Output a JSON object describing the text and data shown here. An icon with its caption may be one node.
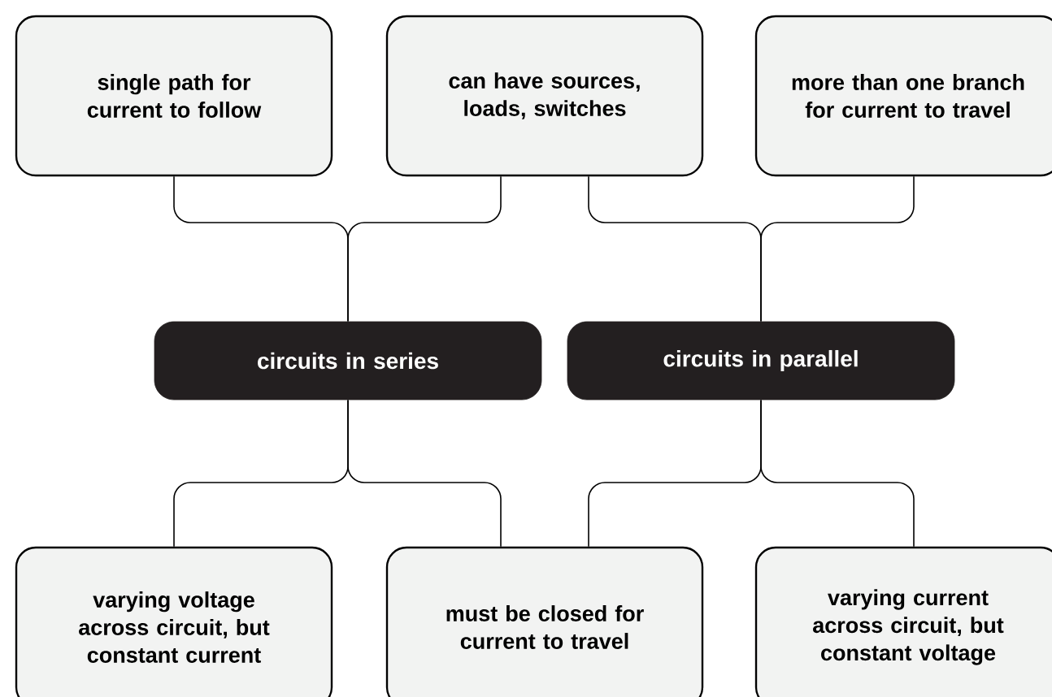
{
  "diagram": {
    "nodes": [
      {
        "text": [
          "single path for current to follow"
        ]
      },
      {
        "text": [
          "can have sources, loads, switches"
        ]
      },
      {
        "text": [
          "more than one branch for current to travel"
        ]
      },
      {
        "text": [
          "circuits in series"
        ]
      },
      {
        "text": [
          "circuits in parallel"
        ]
      },
      {
        "text": [
          "varying voltage across circuit, but constant current"
        ]
      },
      {
        "text": [
          "must be closed for current to travel"
        ]
      },
      {
        "text": [
          "varying current across circuit, but constant voltage"
        ]
      }
    ],
    "edges": [
      {
        "from": 0,
        "to": 3,
        "arrow": "none"
      },
      {
        "from": 1,
        "to": 3,
        "arrow": "none"
      },
      {
        "from": 1,
        "to": 4,
        "arrow": "none"
      },
      {
        "from": 2,
        "to": 4,
        "arrow": "none"
      },
      {
        "from": 3,
        "to": 5,
        "arrow": "none"
      },
      {
        "from": 3,
        "to": 6,
        "arrow": "none"
      },
      {
        "from": 4,
        "to": 6,
        "arrow": "none"
      },
      {
        "from": 4,
        "to": 7,
        "arrow": "none"
      }
    ]
  }
}
